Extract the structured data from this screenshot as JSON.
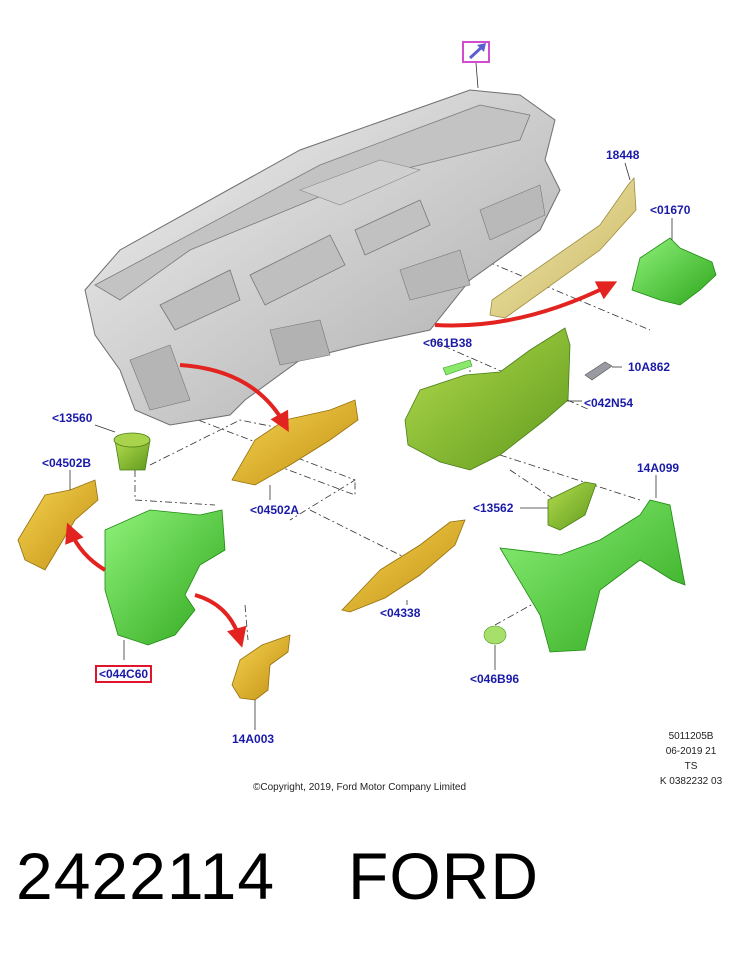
{
  "callouts": {
    "c18448": "18448",
    "c01670": "<01670",
    "c061B38": "<061B38",
    "c10A862": "10A862",
    "c042N54": "<042N54",
    "c13560": "<13560",
    "c04502B": "<04502B",
    "c04502A": "<04502A",
    "c14A099": "14A099",
    "c13562": "<13562",
    "c04338": "<04338",
    "c044C60": "<044C60",
    "c046B96": "<046B96",
    "c14A003": "14A003"
  },
  "doc_info": {
    "line1": "5011205B",
    "line2": "06-2019 21",
    "line3": "TS",
    "line4": "K 0382232 03"
  },
  "copyright": "©Copyright, 2019, Ford Motor Company Limited",
  "part_number": "2422114",
  "brand": "FORD",
  "colors": {
    "callout_text": "#1a1aa8",
    "highlight_box": "#e0142c",
    "nav_box": "#d24ccf",
    "arrow": "#e3231f",
    "green_part": "#4fd13a",
    "yellow_part": "#e1b62c",
    "beige_trim": "#e9dc8c",
    "dashboard": "#d8d8d8"
  }
}
